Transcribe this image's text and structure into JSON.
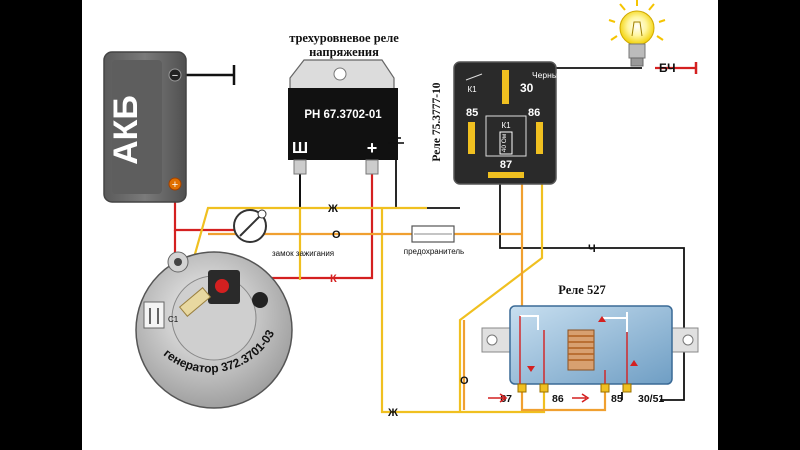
{
  "battery": {
    "label": "АКБ",
    "minus": "−",
    "plus": "+"
  },
  "regulator": {
    "title_line1": "трехуровневое реле",
    "title_line2": "напряжения",
    "model": "РН 67.3702-01",
    "term_sh": "Ш",
    "term_plus": "+"
  },
  "relay_main": {
    "title": "Реле 75.3777-10",
    "coil": "К1",
    "coil_res": "40 Ом",
    "k1": "К1",
    "pin30": "30",
    "pin85": "85",
    "pin86": "86",
    "pin87": "87",
    "black_wire": "Черный"
  },
  "lamp": {
    "label": "БЧ"
  },
  "generator": {
    "label": "генератор 372.3701-03",
    "capacitor": "С1"
  },
  "ignition": {
    "label": "замок зажигания"
  },
  "fuse": {
    "label": "предохранитель"
  },
  "wires": {
    "zh": "Ж",
    "o": "О",
    "k": "К",
    "ch": "Ч",
    "o2": "О",
    "zh2": "Ж"
  },
  "relay527": {
    "title": "Реле 527",
    "pin87": "87",
    "pin86": "86",
    "pin85": "85",
    "pin3051": "30/51"
  },
  "colors": {
    "red": "#d42020",
    "yellow": "#f0c020",
    "orange": "#f0a030",
    "black": "#111111",
    "relay_blue": "#8fb8d8",
    "battery_gray": "#6a6a6a"
  }
}
